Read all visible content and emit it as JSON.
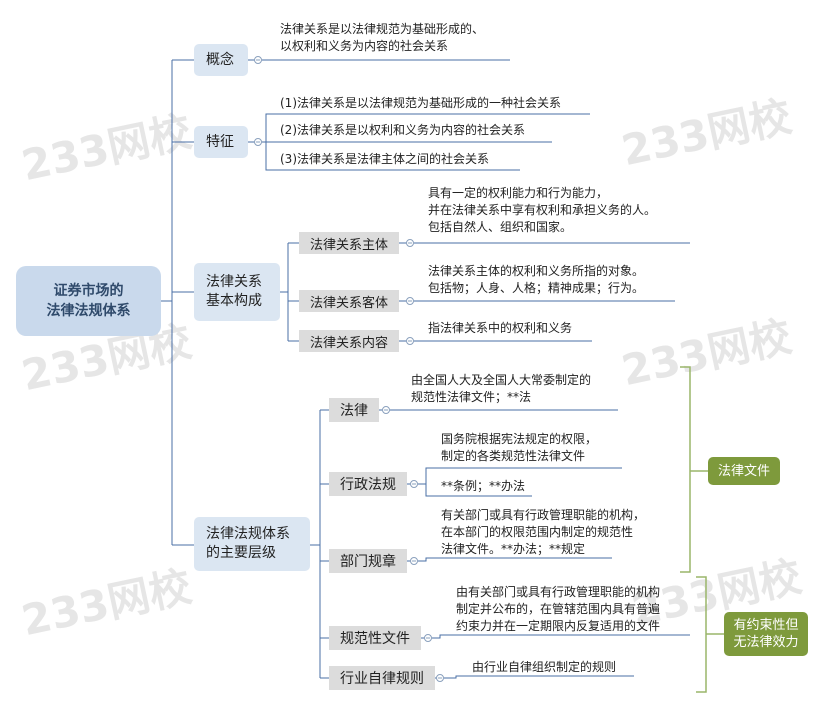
{
  "root": {
    "label": "证券市场的\n法律法规体系"
  },
  "branches": [
    {
      "label": "概念",
      "notes": [
        "法律关系是以法律规范为基础形成的、\n以权利和义务为内容的社会关系"
      ]
    },
    {
      "label": "特征",
      "notes": [
        "(1)法律关系是以法律规范为基础形成的一种社会关系",
        "(2)法律关系是以权利和义务为内容的社会关系",
        "(3)法律关系是法律主体之间的社会关系"
      ]
    },
    {
      "label": "法律关系\n基本构成",
      "children": [
        {
          "label": "法律关系主体",
          "note": "具有一定的权利能力和行为能力，\n并在法律关系中享有权利和承担义务的人。\n包括自然人、组织和国家。"
        },
        {
          "label": "法律关系客体",
          "note": "法律关系主体的权利和义务所指的对象。\n包括物；人身、人格；精神成果；行为。"
        },
        {
          "label": "法律关系内容",
          "note": "指法律关系中的权利和义务"
        }
      ]
    },
    {
      "label": "法律法规体系\n的主要层级",
      "children": [
        {
          "label": "法律",
          "notes": [
            "由全国人大及全国人大常委制定的\n规范性法律文件；**法"
          ]
        },
        {
          "label": "行政法规",
          "notes": [
            "国务院根据宪法规定的权限，\n制定的各类规范性法律文件",
            "**条例；**办法"
          ]
        },
        {
          "label": "部门规章",
          "notes": [
            "有关部门或具有行政管理职能的机构，\n在本部门的权限范围内制定的规范性\n法律文件。**办法；**规定"
          ]
        },
        {
          "label": "规范性文件",
          "notes": [
            "由有关部门或具有行政管理职能的机构\n制定并公布的，在管辖范围内具有普遍\n约束力并在一定期限内反复适用的文件"
          ]
        },
        {
          "label": "行业自律规则",
          "notes": [
            "由行业自律组织制定的规则"
          ]
        }
      ]
    }
  ],
  "summaries": [
    {
      "label": "法律文件"
    },
    {
      "label": "有约束性但\n无法律效力"
    }
  ],
  "watermark": "233网校",
  "colors": {
    "line": "#4a6fa5",
    "bracket": "#9ab56a",
    "tag": "#7e9a3c"
  }
}
